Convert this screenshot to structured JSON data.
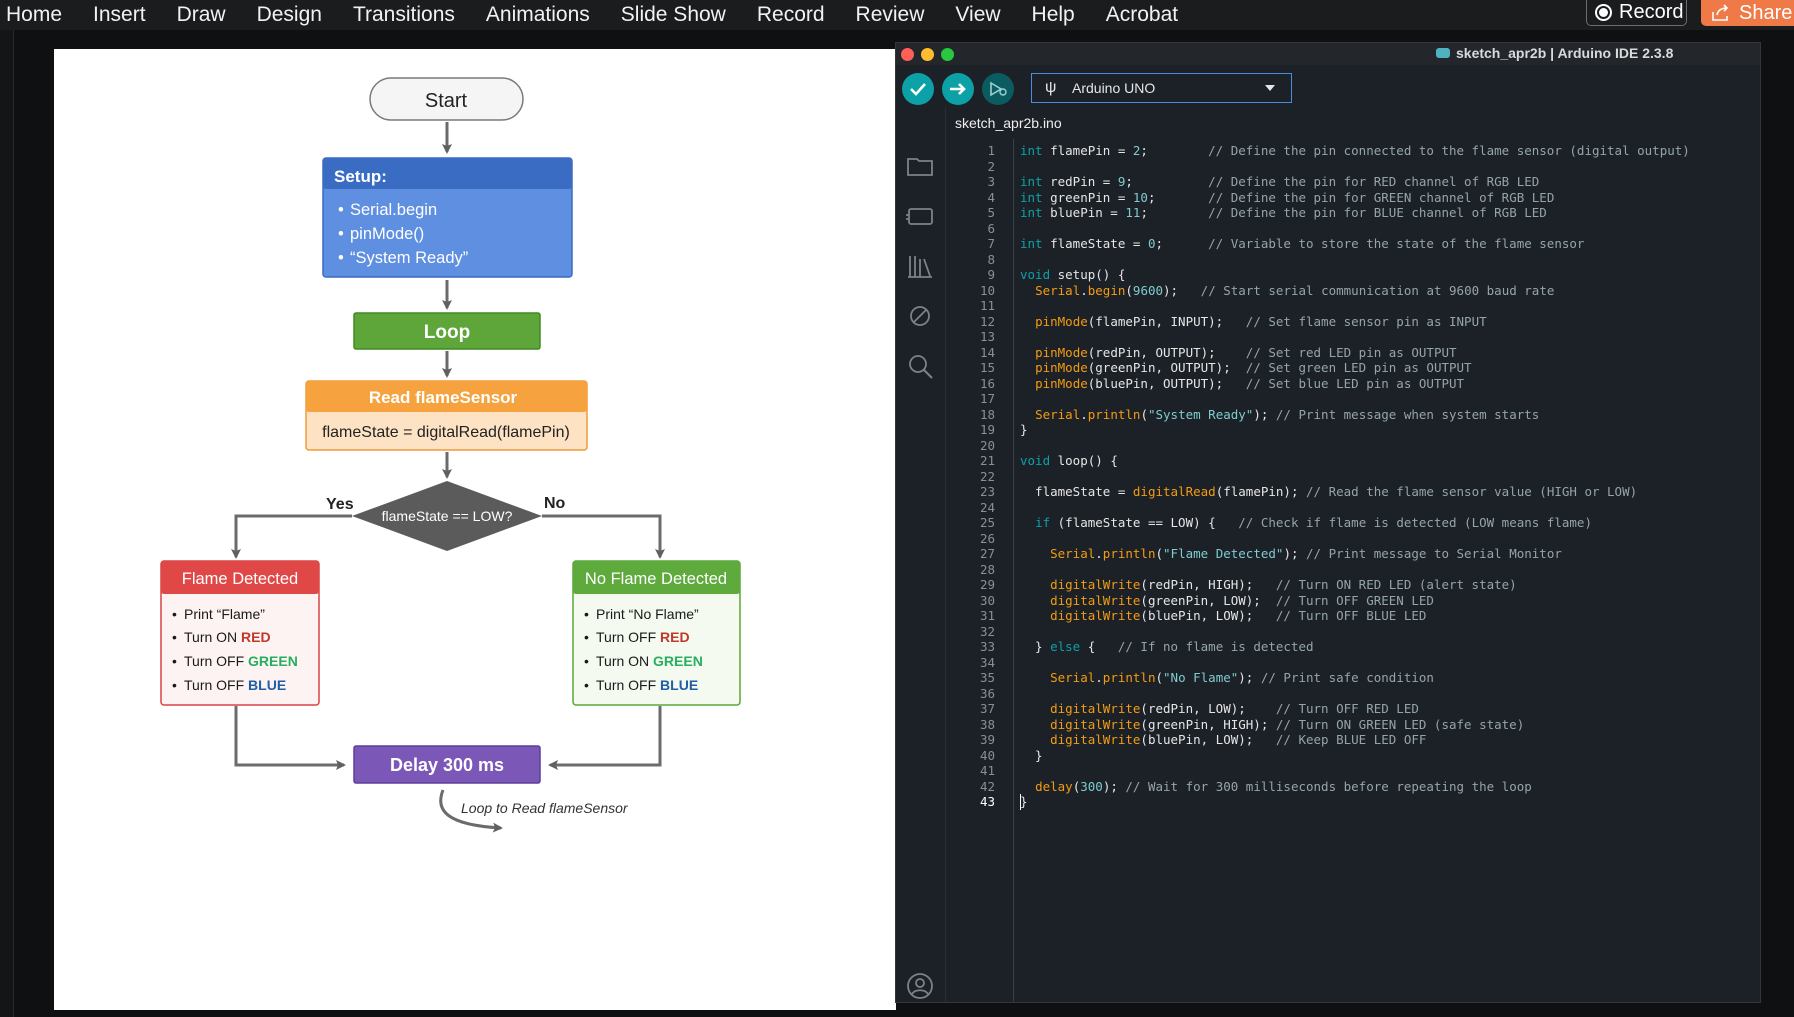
{
  "ribbon": {
    "menu": [
      "Home",
      "Insert",
      "Draw",
      "Design",
      "Transitions",
      "Animations",
      "Slide Show",
      "Record",
      "Review",
      "View",
      "Help",
      "Acrobat"
    ],
    "record_label": "Record",
    "share_label": "Share"
  },
  "slide": {
    "start": "Start",
    "setup_title": "Setup:",
    "setup_items": [
      "Serial.begin",
      "pinMode()",
      "“System Ready”"
    ],
    "loop": "Loop",
    "read_title": "Read flameSensor",
    "read_body": "flameState = digitalRead(flamePin)",
    "decision": "flameState == LOW?",
    "yes": "Yes",
    "no": "No",
    "flame_title": "Flame Detected",
    "flame_items": [
      {
        "pre": "Print “Flame”",
        "post": ""
      },
      {
        "pre": "Turn ON ",
        "post": "RED"
      },
      {
        "pre": "Turn OFF ",
        "post": "GREEN"
      },
      {
        "pre": "Turn OFF ",
        "post": "BLUE"
      }
    ],
    "noflame_title": "No Flame Detected",
    "noflame_items": [
      {
        "pre": "Print “No Flame”",
        "post": ""
      },
      {
        "pre": "Turn OFF ",
        "post": "RED"
      },
      {
        "pre": "Turn ON ",
        "post": "GREEN"
      },
      {
        "pre": "Turn OFF ",
        "post": "BLUE"
      }
    ],
    "delay": "Delay 300 ms",
    "loop_note_prefix": "Loop to ",
    "loop_note_target": "Read flameSensor",
    "colors": {
      "red": "#c0392b",
      "green": "#27ae60",
      "blue": "#1f5fa8"
    }
  },
  "ide": {
    "title": "sketch_apr2b | Arduino IDE 2.3.8",
    "board": "Arduino UNO",
    "tab": "sketch_apr2b.ino",
    "toolbar": {
      "verify": "verify-icon",
      "upload": "upload-icon",
      "debug": "debug-icon"
    },
    "sidebar_icons": [
      "folder-icon",
      "board-manager-icon",
      "library-icon",
      "debug-off-icon",
      "search-icon",
      "account-icon"
    ],
    "code": [
      "int flamePin = 2;        // Define the pin connected to the flame sensor (digital output)",
      "",
      "int redPin = 9;          // Define the pin for RED channel of RGB LED",
      "int greenPin = 10;       // Define the pin for GREEN channel of RGB LED",
      "int bluePin = 11;        // Define the pin for BLUE channel of RGB LED",
      "",
      "int flameState = 0;      // Variable to store the state of the flame sensor",
      "",
      "void setup() {",
      "  Serial.begin(9600);   // Start serial communication at 9600 baud rate",
      "",
      "  pinMode(flamePin, INPUT);   // Set flame sensor pin as INPUT",
      "",
      "  pinMode(redPin, OUTPUT);    // Set red LED pin as OUTPUT",
      "  pinMode(greenPin, OUTPUT);  // Set green LED pin as OUTPUT",
      "  pinMode(bluePin, OUTPUT);   // Set blue LED pin as OUTPUT",
      "",
      "  Serial.println(\"System Ready\"); // Print message when system starts",
      "}",
      "",
      "void loop() {",
      "",
      "  flameState = digitalRead(flamePin); // Read the flame sensor value (HIGH or LOW)",
      "",
      "  if (flameState == LOW) {   // Check if flame is detected (LOW means flame)",
      "",
      "    Serial.println(\"Flame Detected\"); // Print message to Serial Monitor",
      "",
      "    digitalWrite(redPin, HIGH);   // Turn ON RED LED (alert state)",
      "    digitalWrite(greenPin, LOW);  // Turn OFF GREEN LED",
      "    digitalWrite(bluePin, LOW);   // Turn OFF BLUE LED",
      "",
      "  } else {   // If no flame is detected",
      "",
      "    Serial.println(\"No Flame\"); // Print safe condition",
      "",
      "    digitalWrite(redPin, LOW);    // Turn OFF RED LED",
      "    digitalWrite(greenPin, HIGH); // Turn ON GREEN LED (safe state)",
      "    digitalWrite(bluePin, LOW);   // Keep BLUE LED OFF",
      "  }",
      "",
      "  delay(300); // Wait for 300 milliseconds before repeating the loop",
      "}"
    ],
    "active_line": 43
  }
}
